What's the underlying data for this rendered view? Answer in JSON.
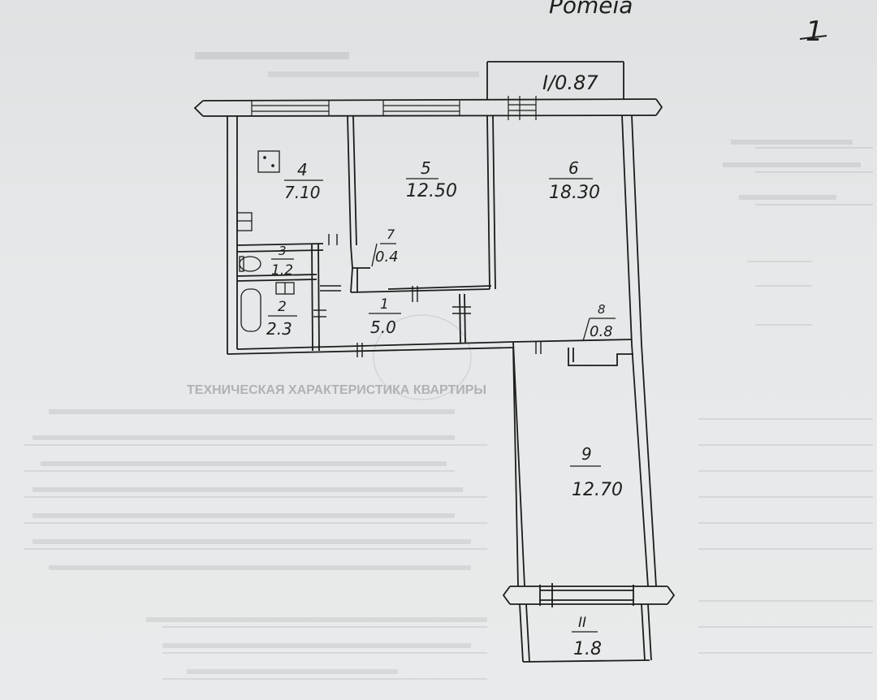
{
  "header_note": "Pomeia",
  "sheet_number": "1",
  "balcony_top": {
    "label": "I/0.87"
  },
  "rooms": [
    {
      "number": "4",
      "area": "7.10"
    },
    {
      "number": "5",
      "area": "12.50"
    },
    {
      "number": "6",
      "area": "18.30"
    },
    {
      "number": "7",
      "area": "0.4"
    },
    {
      "number": "3",
      "area": "1.2"
    },
    {
      "number": "2",
      "area": "2.3"
    },
    {
      "number": "1",
      "area": "5.0"
    },
    {
      "number": "8",
      "area": "0.8"
    },
    {
      "number": "9",
      "area": "12.70"
    }
  ],
  "balcony_bottom": {
    "number": "II",
    "area": "1.8"
  },
  "background_form": {
    "heading": "ТЕХНИЧЕСКАЯ ХАРАКТЕРИСТИКА КВАРТИРЫ"
  }
}
